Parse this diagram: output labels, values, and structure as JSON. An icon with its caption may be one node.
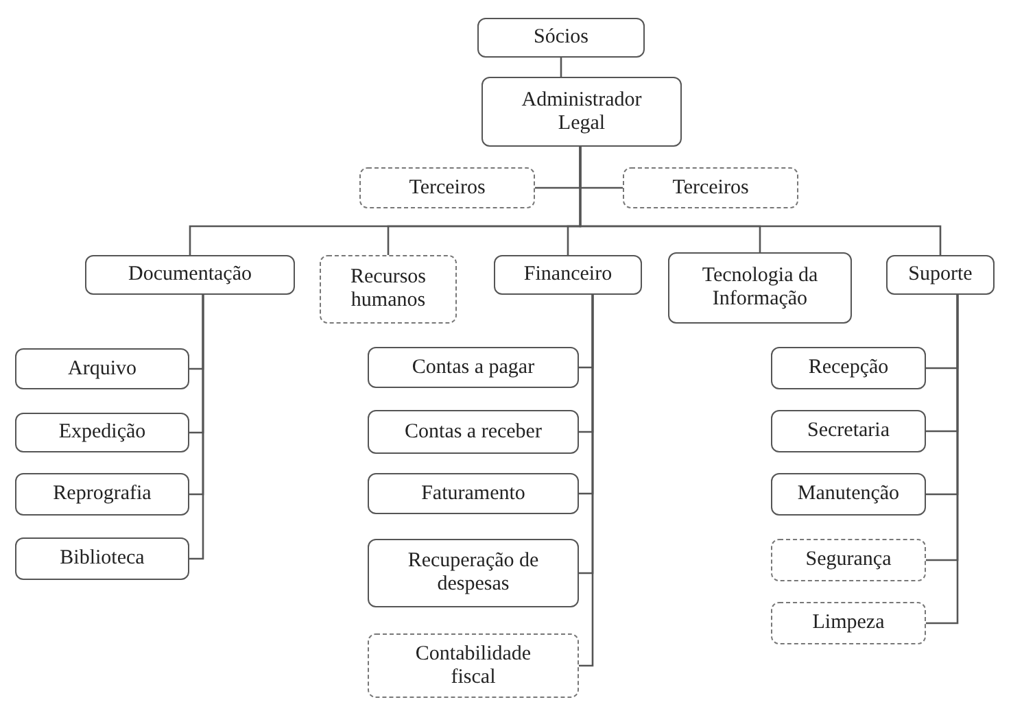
{
  "diagram": {
    "nodes": [
      {
        "text": [
          "Sócios"
        ]
      },
      {
        "text": [
          "Administrador Legal"
        ]
      },
      {
        "text": [
          "Terceiros"
        ]
      },
      {
        "text": [
          "Terceiros"
        ]
      },
      {
        "text": [
          "Documentação"
        ]
      },
      {
        "text": [
          "Recursos humanos"
        ]
      },
      {
        "text": [
          "Financeiro"
        ]
      },
      {
        "text": [
          "Tecnologia da Informação"
        ]
      },
      {
        "text": [
          "Suporte"
        ]
      },
      {
        "text": [
          "Arquivo"
        ]
      },
      {
        "text": [
          "Expedição"
        ]
      },
      {
        "text": [
          "Reprografia"
        ]
      },
      {
        "text": [
          "Biblioteca"
        ]
      },
      {
        "text": [
          "Contas a pagar"
        ]
      },
      {
        "text": [
          "Contas a receber"
        ]
      },
      {
        "text": [
          "Faturamento"
        ]
      },
      {
        "text": [
          "Recuperação de despesas"
        ]
      },
      {
        "text": [
          "Contabilidade fiscal"
        ]
      },
      {
        "text": [
          "Recepção"
        ]
      },
      {
        "text": [
          "Secretaria"
        ]
      },
      {
        "text": [
          "Manutenção"
        ]
      },
      {
        "text": [
          "Segurança"
        ]
      },
      {
        "text": [
          "Limpeza"
        ]
      }
    ],
    "edges": [
      {
        "from": 0,
        "to": 1,
        "arrow": "none"
      },
      {
        "from": 1,
        "to": 2,
        "arrow": "none"
      },
      {
        "from": 1,
        "to": 3,
        "arrow": "none"
      },
      {
        "from": 1,
        "to": 4,
        "arrow": "none"
      },
      {
        "from": 1,
        "to": 5,
        "arrow": "none"
      },
      {
        "from": 1,
        "to": 6,
        "arrow": "none"
      },
      {
        "from": 1,
        "to": 7,
        "arrow": "none"
      },
      {
        "from": 1,
        "to": 8,
        "arrow": "none"
      },
      {
        "from": 4,
        "to": 9,
        "arrow": "none"
      },
      {
        "from": 4,
        "to": 10,
        "arrow": "none"
      },
      {
        "from": 4,
        "to": 11,
        "arrow": "none"
      },
      {
        "from": 4,
        "to": 12,
        "arrow": "none"
      },
      {
        "from": 6,
        "to": 13,
        "arrow": "none"
      },
      {
        "from": 6,
        "to": 14,
        "arrow": "none"
      },
      {
        "from": 6,
        "to": 15,
        "arrow": "none"
      },
      {
        "from": 6,
        "to": 16,
        "arrow": "none"
      },
      {
        "from": 6,
        "to": 17,
        "arrow": "none"
      },
      {
        "from": 8,
        "to": 18,
        "arrow": "none"
      },
      {
        "from": 8,
        "to": 19,
        "arrow": "none"
      },
      {
        "from": 8,
        "to": 20,
        "arrow": "none"
      },
      {
        "from": 8,
        "to": 21,
        "arrow": "none"
      },
      {
        "from": 8,
        "to": 22,
        "arrow": "none"
      }
    ]
  }
}
